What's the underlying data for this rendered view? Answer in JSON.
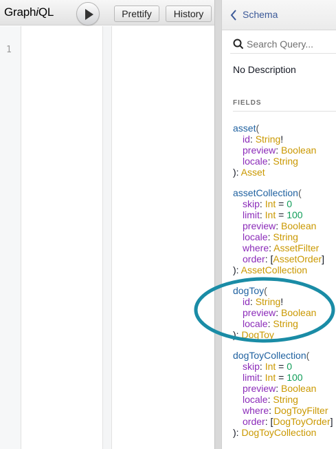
{
  "toolbar": {
    "logo_prefix": "Graph",
    "logo_italic": "i",
    "logo_suffix": "QL",
    "prettify_label": "Prettify",
    "history_label": "History"
  },
  "editor": {
    "line_number": "1"
  },
  "docs": {
    "back_label": "Schema",
    "search_placeholder": "Search Query...",
    "description": "No Description",
    "section_title": "FIELDS",
    "fields": [
      {
        "name": "asset",
        "args": [
          {
            "name": "id",
            "type": "String",
            "suffix": "!"
          },
          {
            "name": "preview",
            "type": "Boolean"
          },
          {
            "name": "locale",
            "type": "String"
          }
        ],
        "return_type": "Asset"
      },
      {
        "name": "assetCollection",
        "args": [
          {
            "name": "skip",
            "type": "Int",
            "default": "0"
          },
          {
            "name": "limit",
            "type": "Int",
            "default": "100"
          },
          {
            "name": "preview",
            "type": "Boolean"
          },
          {
            "name": "locale",
            "type": "String"
          },
          {
            "name": "where",
            "type": "AssetFilter"
          },
          {
            "name": "order",
            "type": "AssetOrder",
            "list": true
          }
        ],
        "return_type": "AssetCollection"
      },
      {
        "name": "dogToy",
        "args": [
          {
            "name": "id",
            "type": "String",
            "suffix": "!"
          },
          {
            "name": "preview",
            "type": "Boolean"
          },
          {
            "name": "locale",
            "type": "String"
          }
        ],
        "return_type": "DogToy"
      },
      {
        "name": "dogToyCollection",
        "args": [
          {
            "name": "skip",
            "type": "Int",
            "default": "0"
          },
          {
            "name": "limit",
            "type": "Int",
            "default": "100"
          },
          {
            "name": "preview",
            "type": "Boolean"
          },
          {
            "name": "locale",
            "type": "String"
          },
          {
            "name": "where",
            "type": "DogToyFilter"
          },
          {
            "name": "order",
            "type": "DogToyOrder",
            "list": true
          }
        ],
        "return_type": "DogToyCollection"
      }
    ]
  },
  "colors": {
    "field_name": "#1f61a0",
    "arg_name": "#8b2bb9",
    "type_name": "#ca9800",
    "default_value": "#2882f9",
    "highlight_ring": "#1a8ca6"
  },
  "icons": {
    "run": "play-icon",
    "back": "chevron-left-icon",
    "search": "search-icon"
  }
}
